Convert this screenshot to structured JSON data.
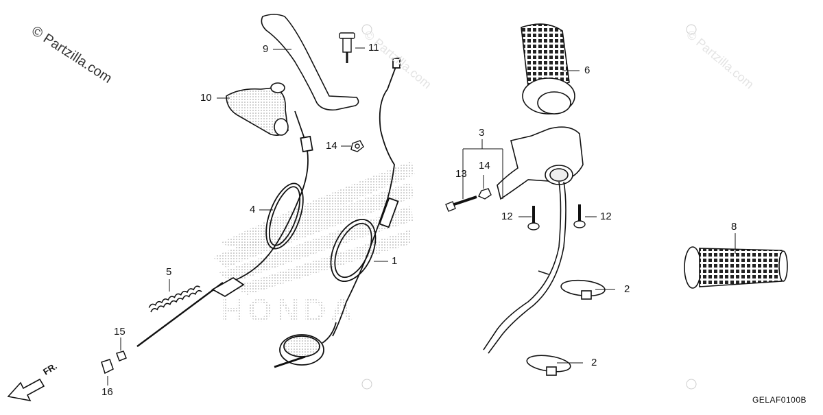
{
  "watermark": {
    "text": "© Partzilla.com",
    "faint_text": "© Partzilla.com"
  },
  "brand_backdrop": "HONDA",
  "direction_label": "FR.",
  "diagram_code": "GELAF0100B",
  "callouts": [
    {
      "id": "9",
      "label": "9"
    },
    {
      "id": "11",
      "label": "11"
    },
    {
      "id": "10",
      "label": "10"
    },
    {
      "id": "14a",
      "label": "14"
    },
    {
      "id": "4",
      "label": "4"
    },
    {
      "id": "5",
      "label": "5"
    },
    {
      "id": "1",
      "label": "1"
    },
    {
      "id": "15",
      "label": "15"
    },
    {
      "id": "16",
      "label": "16"
    },
    {
      "id": "6",
      "label": "6"
    },
    {
      "id": "3",
      "label": "3"
    },
    {
      "id": "13",
      "label": "13"
    },
    {
      "id": "14b",
      "label": "14"
    },
    {
      "id": "12a",
      "label": "12"
    },
    {
      "id": "12b",
      "label": "12"
    },
    {
      "id": "8",
      "label": "8"
    },
    {
      "id": "2a",
      "label": "2"
    },
    {
      "id": "2b",
      "label": "2"
    }
  ]
}
